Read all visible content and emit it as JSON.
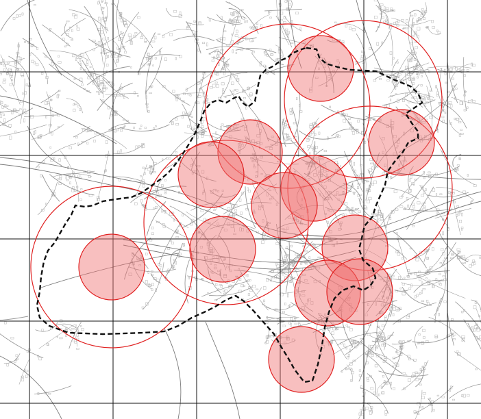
{
  "map": {
    "colors": {
      "background": "#ffffff",
      "street": "#9a9a9a",
      "street_major": "#7a7a7a",
      "building": "#b5b5b5",
      "grid": "#111111",
      "boundary": "#111111",
      "circle_stroke": "#e02020",
      "circle_fill": "#f07070"
    },
    "layers": [
      "street-map",
      "grid-lines",
      "service-areas",
      "study-boundary"
    ],
    "service_area_count": {
      "large": 5,
      "small": 12
    }
  }
}
